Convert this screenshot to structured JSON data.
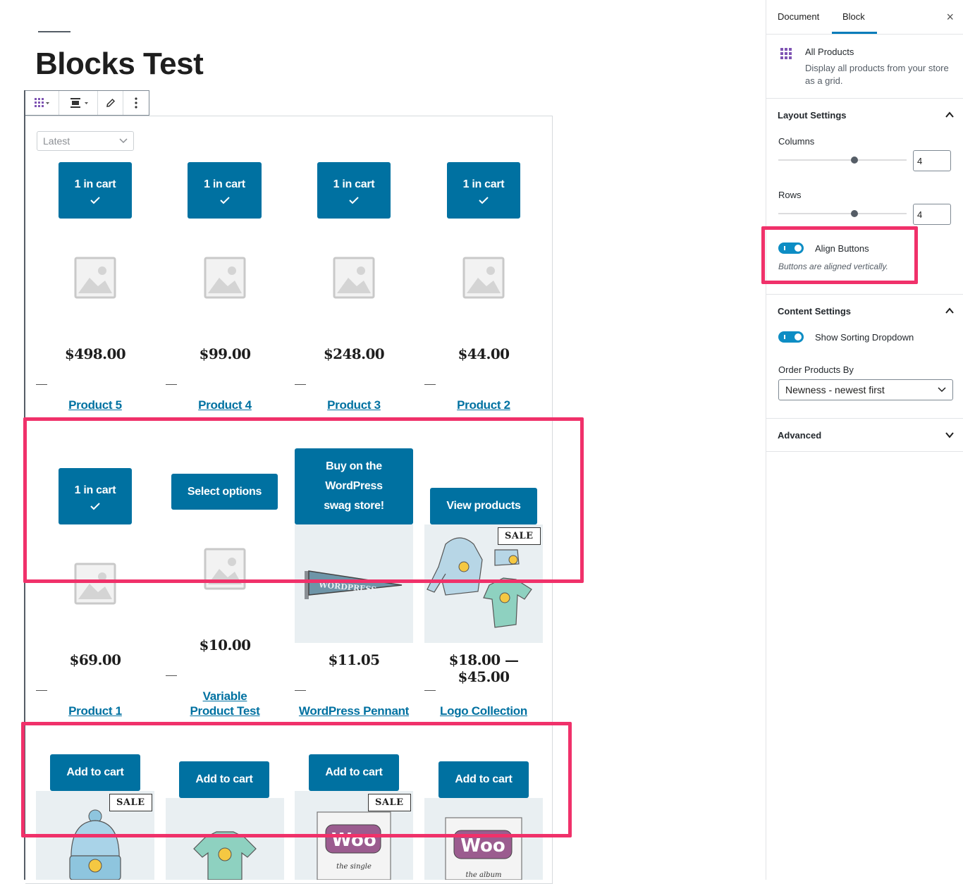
{
  "page": {
    "title": "Blocks Test"
  },
  "block_editor": {
    "sort_select": "Latest",
    "rows": [
      [
        {
          "button": "1 in cart",
          "button_checked": true,
          "price": "$498.00",
          "name": "Product 5"
        },
        {
          "button": "1 in cart",
          "button_checked": true,
          "price": "$99.00",
          "name": "Product 4"
        },
        {
          "button": "1 in cart",
          "button_checked": true,
          "price": "$248.00",
          "name": "Product 3"
        },
        {
          "button": "1 in cart",
          "button_checked": true,
          "price": "$44.00",
          "name": "Product 2"
        }
      ],
      [
        {
          "button": "1 in cart",
          "button_checked": true,
          "price": "$69.00",
          "name": "Product 1"
        },
        {
          "button": "Select options",
          "price": "$10.00",
          "name": "Variable Product Test"
        },
        {
          "button": "Buy on the WordPress swag store!",
          "price": "$11.05",
          "name": "WordPress Pennant",
          "pennant_text": "WORDPRESS"
        },
        {
          "button": "View products",
          "price": "$18.00 — $45.00",
          "name": "Logo Collection",
          "sale": "SALE"
        }
      ],
      [
        {
          "button": "Add to cart",
          "sale": "SALE"
        },
        {
          "button": "Add to cart"
        },
        {
          "button": "Add to cart",
          "sale": "SALE",
          "art_title": "Woo",
          "art_subtitle": "the single"
        },
        {
          "button": "Add to cart",
          "art_title": "Woo",
          "art_subtitle": "the album"
        }
      ]
    ]
  },
  "sidebar": {
    "tabs": {
      "document": "Document",
      "block": "Block"
    },
    "active_tab": "Block",
    "close": "×",
    "block_info": {
      "title": "All Products",
      "description": "Display all products from your store as a grid."
    },
    "layout_settings": {
      "heading": "Layout Settings",
      "columns_label": "Columns",
      "columns_value": "4",
      "rows_label": "Rows",
      "rows_value": "4",
      "align_buttons_label": "Align Buttons",
      "align_buttons_help": "Buttons are aligned vertically."
    },
    "content_settings": {
      "heading": "Content Settings",
      "sorting_dropdown_label": "Show Sorting Dropdown",
      "order_label": "Order Products By",
      "order_value": "Newness - newest first"
    },
    "advanced": {
      "heading": "Advanced"
    }
  },
  "colors": {
    "accent": "#0071a1",
    "highlight": "#f0316a",
    "toggle": "#0d8dc4"
  }
}
